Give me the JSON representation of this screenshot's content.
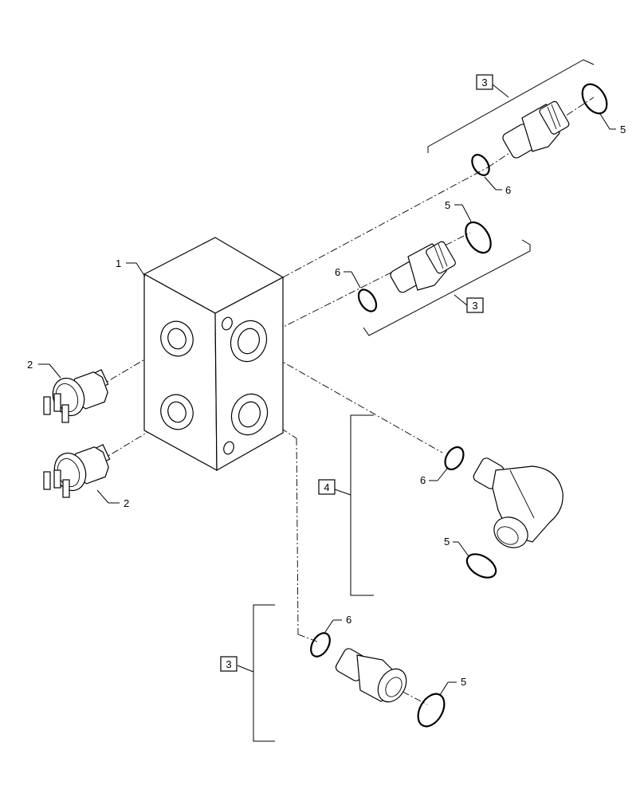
{
  "callouts": {
    "block": "1",
    "switch_upper": "2",
    "switch_lower": "2",
    "kit_top": "3",
    "kit_mid": "3",
    "kit_elbow": "4",
    "kit_bottom": "3",
    "oring5_top": "5",
    "oring6_top": "6",
    "oring5_mid": "5",
    "oring6_mid": "6",
    "oring6_elbow": "6",
    "oring5_elbow": "5",
    "oring6_bottom": "6",
    "oring5_bottom": "5"
  }
}
